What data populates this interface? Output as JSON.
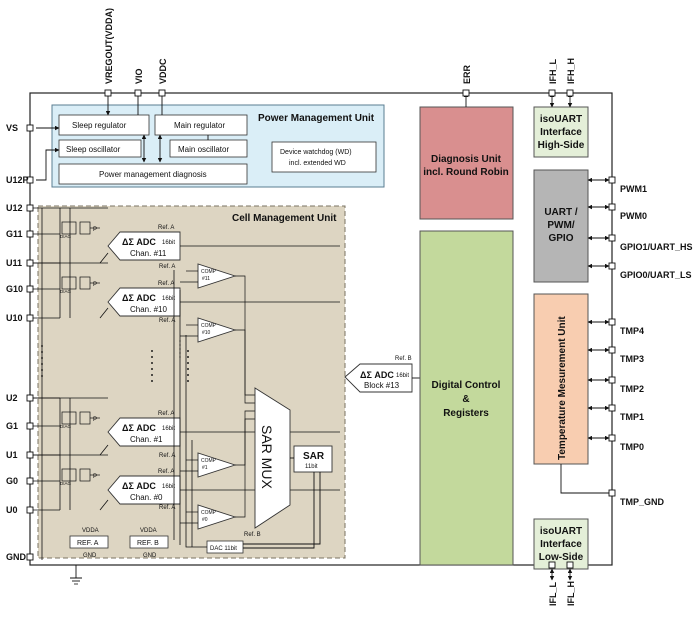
{
  "colors": {
    "pmu_fill": "#daeef7",
    "cmu_fill": "#ddd5c2",
    "diagnosis_fill": "#d98f8f",
    "digital_fill": "#c3d99c",
    "uart_gpio_fill": "#b5b5b5",
    "temp_fill": "#f8cdb0",
    "isouart_fill": "#e4efd8",
    "green_pin": "#3a9a3a",
    "blue_pin": "#1d6fb8"
  },
  "top_pins": [
    "VREGOUT(VDDA)",
    "VIO",
    "VDDC",
    "ERR",
    "IFH_L",
    "IFH_H"
  ],
  "bottom_pins": [
    "IFL_L",
    "IFL_H"
  ],
  "left_pins": [
    "VS",
    "U12P",
    "U12",
    "G11",
    "U11",
    "G10",
    "U10",
    "U2",
    "G1",
    "U1",
    "G0",
    "U0",
    "GND"
  ],
  "right_pins": [
    "PWM1",
    "PWM0",
    "GPIO1/UART_HS",
    "GPIO0/UART_LS",
    "TMP4",
    "TMP3",
    "TMP2",
    "TMP1",
    "TMP0",
    "TMP_GND"
  ],
  "pmu": {
    "title": "Power Management Unit",
    "sleep_regulator": "Sleep  regulator",
    "main_regulator": "Main regulator",
    "sleep_oscillator": "Sleep oscillator",
    "main_oscillator": "Main oscillator",
    "diagnosis": "Power management diagnosis",
    "watchdog_line1": "Device watchdog (WD)",
    "watchdog_line2": "incl. extended WD"
  },
  "cmu": {
    "title": "Cell Management Unit",
    "adcs": [
      {
        "label": "ΔΣ ADC",
        "bits": "16bit",
        "chan": "Chan. #11"
      },
      {
        "label": "ΔΣ ADC",
        "bits": "16bit",
        "chan": "Chan. #10"
      },
      {
        "label": "ΔΣ ADC",
        "bits": "16bit",
        "chan": "Chan. #1"
      },
      {
        "label": "ΔΣ ADC",
        "bits": "16bit",
        "chan": "Chan. #0"
      }
    ],
    "ref_a": "Ref. A",
    "ref_b": "Ref. B",
    "comps": [
      "COMP #11",
      "COMP #10",
      "COMP #1",
      "COMP #0"
    ],
    "diag": "DIAG",
    "p": "P",
    "sar_mux": "SAR MUX",
    "sar": "SAR",
    "sar_bits": "11bit",
    "dac": "DAC 11bit",
    "ref_a_box": "REF. A",
    "ref_b_box": "REF. B",
    "vdda": "VDDA",
    "gnd": "GND"
  },
  "block13": {
    "label": "ΔΣ ADC",
    "bits": "16bit",
    "block": "Block #13",
    "ref": "Ref. B"
  },
  "diagnosis_unit": {
    "line1": "Diagnosis Unit",
    "line2": "incl. Round Robin"
  },
  "digital_control": {
    "line1": "Digital Control",
    "line2": "&",
    "line3": "Registers"
  },
  "uart_gpio": {
    "line1": "UART /",
    "line2": "PWM/",
    "line3": "GPIO"
  },
  "isouart_high": {
    "line1": "isoUART",
    "line2": "Interface",
    "line3": "High-Side"
  },
  "isouart_low": {
    "line1": "isoUART",
    "line2": "Interface",
    "line3": "Low-Side"
  },
  "temp_unit": "Temperature Mesurement Unit"
}
